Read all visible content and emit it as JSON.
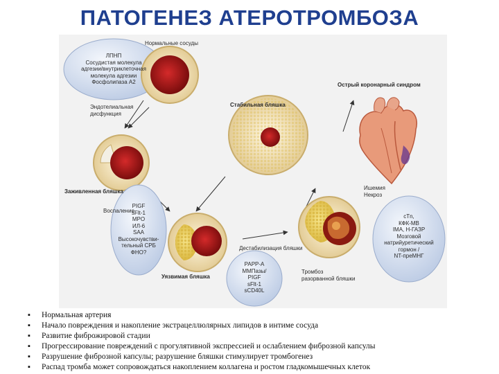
{
  "title": "ПАТОГЕНЕЗ АТЕРОТРОМБОЗА",
  "diagram": {
    "labels": {
      "normal": "Нормальные сосуды",
      "endo": [
        "Эндотелиальная",
        "дисфункция"
      ],
      "stable": "Стабильная бляшка",
      "acs": "Острый коронарный синдром",
      "healed": "Заживленная бляшка",
      "inflam": "Воспаление",
      "ischemia": [
        "Ишемия",
        "Некроз"
      ],
      "destab": "Дестабилизация бляшки",
      "vulnerable": "Уязвимая бляшка",
      "thrombus": [
        "Тромбоз",
        "разорванной бляшки"
      ]
    },
    "bubbles": {
      "top": [
        "ЛПНП",
        "Сосудистая молекула",
        "адгезии/внутриклеточная",
        "молекула адгезии",
        "Фосфолипаза А2"
      ],
      "left": [
        "PIGF",
        "sFlt-1",
        "MPO",
        "ИЛ-6",
        "SAA",
        "Высокочувстви-",
        "тельный СРБ",
        "ФНО?"
      ],
      "mid": [
        "PAPP-A",
        "ММПазы/",
        "PIGF",
        "sFlt-1",
        "sCD40L"
      ],
      "right": [
        "cTn,",
        "КФК-МВ",
        "IMA, Н-ГАЗР",
        "Мозговой",
        "натрийуретический",
        "гормон /",
        "NT-преМНГ"
      ]
    }
  },
  "bullets": [
    "Нормальная артерия",
    "Начало повреждения и накопление экстрацеллюлярных липидов в интиме сосуда",
    "Развитие фиброжировой стадии",
    "Прогрессирование повреждений с прогулятивной экспрессией и ослаблением фиброзной капсулы",
    "Разрушение фиброзной капсулы; разрушение бляшки стимулирует тромбогенез",
    "Распад тромба может сопровождаться накоплением коллагена и ростом гладкомышечных клеток"
  ]
}
